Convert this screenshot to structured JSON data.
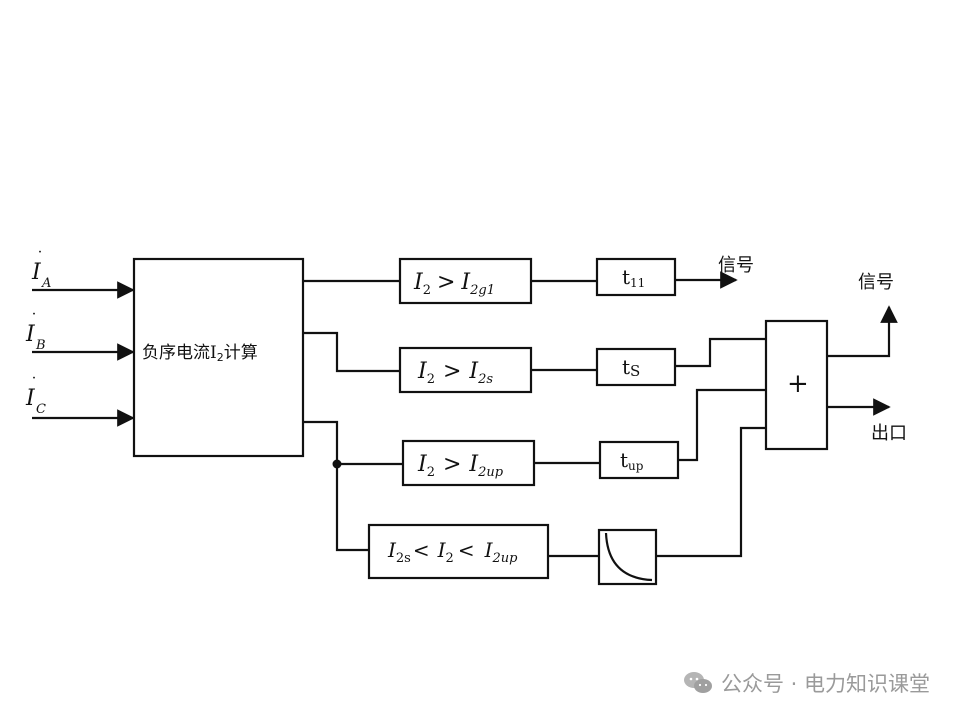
{
  "inputs": {
    "ia": {
      "base": "I",
      "sub": "A"
    },
    "ib": {
      "base": "I",
      "sub": "B"
    },
    "ic": {
      "base": "I",
      "sub": "C"
    }
  },
  "calc_block": {
    "label_pre": "负序电流",
    "label_mid": "I",
    "label_sub": "2",
    "label_post": "计算"
  },
  "comparators": {
    "c1": {
      "left": "I",
      "left_sub": "2",
      "op": ">",
      "right": "I",
      "right_sub": "2g1"
    },
    "c2": {
      "left": "I",
      "left_sub": "2",
      "op": ">",
      "right": "I",
      "right_sub": "2s"
    },
    "c3": {
      "left": "I",
      "left_sub": "2",
      "op": ">",
      "right": "I",
      "right_sub": "2up"
    },
    "c4": {
      "a": "I",
      "a_sub": "2s",
      "op1": "<",
      "b": "I",
      "b_sub": "2",
      "op2": "<",
      "c": "I",
      "c_sub": "2up"
    }
  },
  "timers": {
    "t1": {
      "base": "t",
      "sub": "11"
    },
    "t2": {
      "base": "t",
      "sub": "S"
    },
    "t3": {
      "base": "t",
      "sub": "up"
    }
  },
  "or_gate": {
    "symbol": "+"
  },
  "outputs": {
    "signal_top": "信号",
    "signal_right": "信号",
    "trip": "出口"
  },
  "watermark": {
    "text": "公众号 · 电力知识课堂",
    "icon": "wechat-icon"
  }
}
